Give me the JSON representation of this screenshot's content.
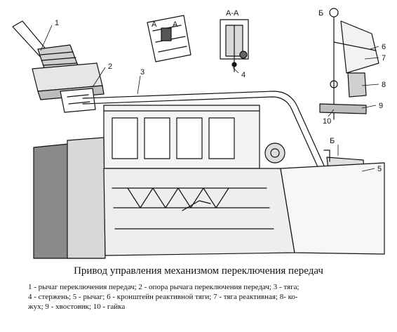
{
  "figure": {
    "section_label": "А-А",
    "section_marker_top": "Б",
    "section_marker_side": "Б",
    "callouts": [
      "1",
      "2",
      "3",
      "А",
      "А",
      "4",
      "6",
      "7",
      "8",
      "9",
      "10",
      "5"
    ]
  },
  "caption": {
    "title": "Привод управления механизмом переключения передач",
    "legend_lines": [
      "1 - рычаг переключения передач; 2 - опора рычага переключения передач; 3 - тяга;",
      "4 - стержень; 5 - рычаг; 6 - кронштейн реактивной тяги; 7 - тяга реактивная; 8- ко-",
      "жух; 9 - хвостовик; 10 - гайка"
    ]
  }
}
